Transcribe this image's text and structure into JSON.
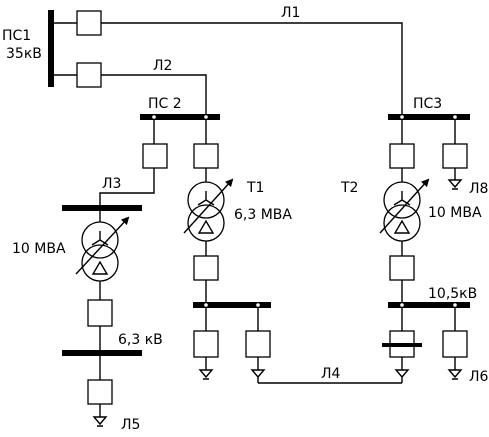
{
  "labels": {
    "ps1": "ПС1",
    "ps1_voltage": "35кВ",
    "l1": "Л1",
    "l2": "Л2",
    "ps2": "ПС 2",
    "ps3": "ПС3",
    "l3": "Л3",
    "t1": "Т1",
    "t1_rating": "6,3  МВА",
    "t2": "Т2",
    "t2_rating": "10 МВА",
    "l8": "Л8",
    "left_tr_rating": "10 МВА",
    "bus_63": "6,3 кВ",
    "bus_105": "10,5кВ",
    "l4": "Л4",
    "l5": "Л5",
    "l6": "Л6"
  }
}
